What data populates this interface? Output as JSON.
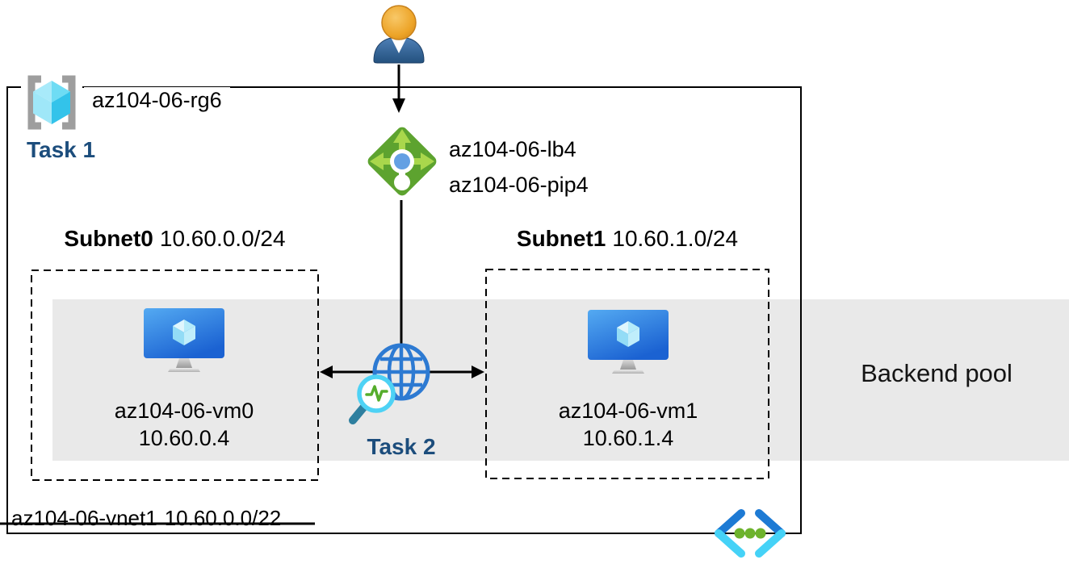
{
  "resource_group": {
    "name": "az104-06-rg6",
    "task_label": "Task 1"
  },
  "load_balancer": {
    "name": "az104-06-lb4",
    "public_ip": "az104-06-pip4"
  },
  "network_watcher": {
    "task_label": "Task 2"
  },
  "subnets": [
    {
      "name": "Subnet0",
      "cidr": "10.60.0.0/24",
      "vm": {
        "name": "az104-06-vm0",
        "ip": "10.60.0.4"
      }
    },
    {
      "name": "Subnet1",
      "cidr": "10.60.1.0/24",
      "vm": {
        "name": "az104-06-vm1",
        "ip": "10.60.1.4"
      }
    }
  ],
  "backend_pool_label": "Backend pool",
  "vnet": {
    "name": "az104-06-vnet1",
    "cidr": "10.60.0.0/22"
  },
  "icons": {
    "user": "person-icon",
    "resource_group": "brackets-cube-icon",
    "load_balancer": "green-diamond-arrows-icon",
    "virtual_machine": "monitor-cube-icon",
    "network_watcher": "globe-magnifier-pulse-icon",
    "virtual_network": "chevrons-dots-icon"
  },
  "colors": {
    "task_text": "#1c4d7c",
    "backend_band": "#e9e9e9",
    "lb_green": "#5da32f",
    "lb_light_green": "#a9d74c",
    "globe_blue": "#2d7ad2",
    "magnifier_cyan": "#4ed2f5",
    "pulse_green": "#55ad2b",
    "vnet_dark_blue": "#1d7ad4",
    "vnet_cyan": "#45d2f7",
    "vnet_dot_green": "#6db32c",
    "line_black": "#000000"
  }
}
